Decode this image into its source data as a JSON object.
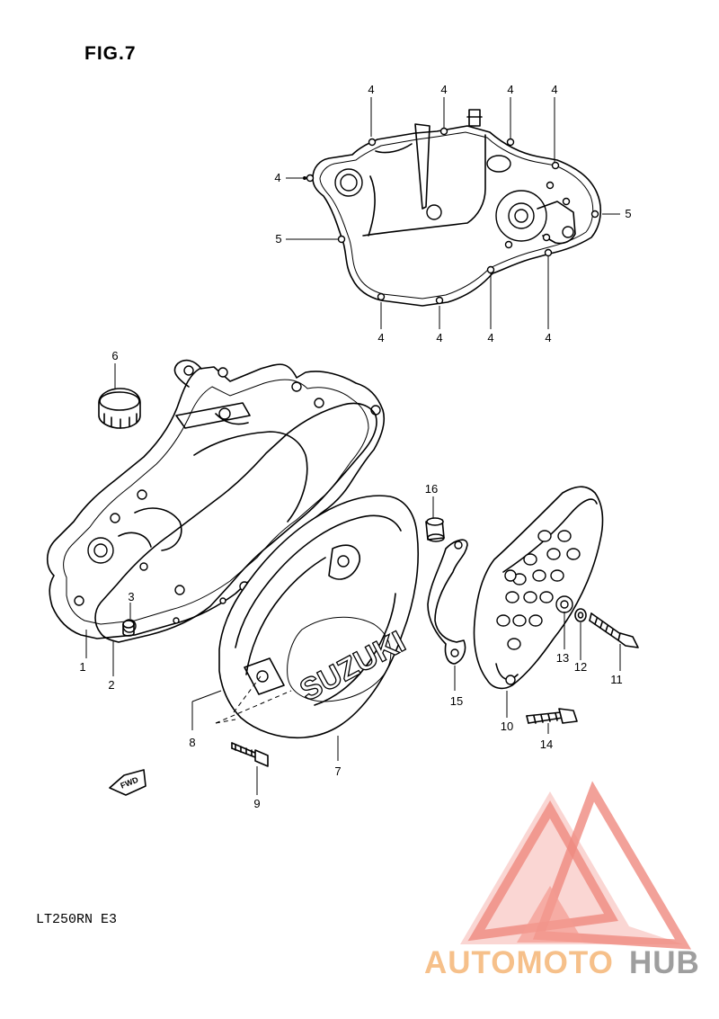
{
  "figure": {
    "title": "FIG.7"
  },
  "model": {
    "code": "LT250RN E3"
  },
  "fwd_label": "FWD",
  "suzuki_label": "SUZUKI",
  "watermark": {
    "part1": "AUTOMOTO",
    "part2": "HUB",
    "color_red": "#f28b82",
    "color_orange": "#f6c08a",
    "color_gray": "#9e9e9e"
  },
  "callouts": [
    {
      "id": "c4a",
      "label": "4"
    },
    {
      "id": "c4b",
      "label": "4"
    },
    {
      "id": "c4c",
      "label": "4"
    },
    {
      "id": "c4d",
      "label": "4"
    },
    {
      "id": "c4e",
      "label": "4"
    },
    {
      "id": "c5a",
      "label": "5"
    },
    {
      "id": "c5b",
      "label": "5"
    },
    {
      "id": "c4f",
      "label": "4"
    },
    {
      "id": "c4g",
      "label": "4"
    },
    {
      "id": "c4h",
      "label": "4"
    },
    {
      "id": "c4i",
      "label": "4"
    },
    {
      "id": "c6",
      "label": "6"
    },
    {
      "id": "c3",
      "label": "3"
    },
    {
      "id": "c1",
      "label": "1"
    },
    {
      "id": "c2",
      "label": "2"
    },
    {
      "id": "c16",
      "label": "16"
    },
    {
      "id": "c8",
      "label": "8"
    },
    {
      "id": "c7",
      "label": "7"
    },
    {
      "id": "c9",
      "label": "9"
    },
    {
      "id": "c15",
      "label": "15"
    },
    {
      "id": "c10",
      "label": "10"
    },
    {
      "id": "c13",
      "label": "13"
    },
    {
      "id": "c12",
      "label": "12"
    },
    {
      "id": "c11",
      "label": "11"
    },
    {
      "id": "c14",
      "label": "14"
    }
  ]
}
